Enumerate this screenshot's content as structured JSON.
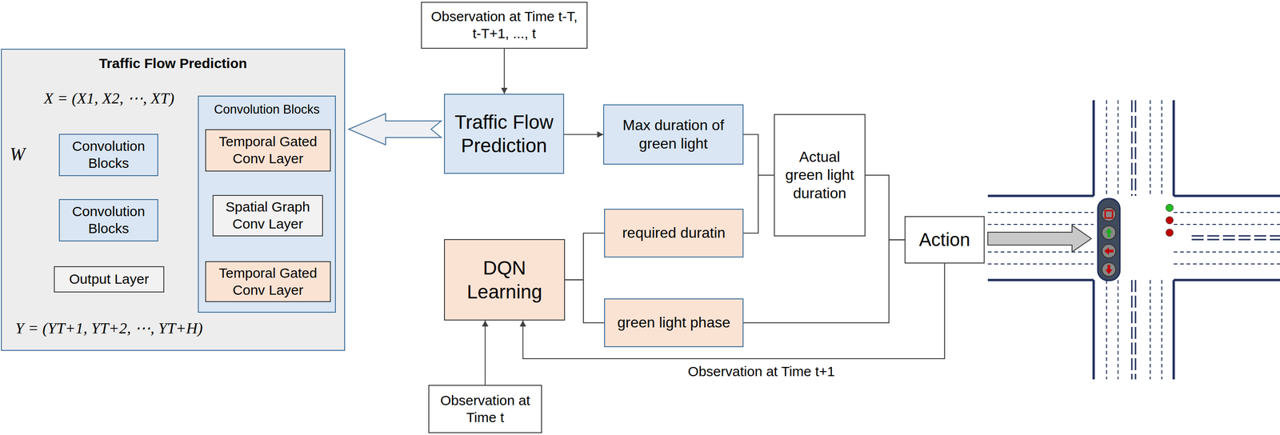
{
  "diagram": {
    "nodes": [
      {
        "text": [
          "Traffic Flow Prediction"
        ]
      },
      {
        "text": [
          "Convolution Blocks"
        ],
        "in": 0
      },
      {
        "text": [
          "Convolution Blocks"
        ],
        "in": 0
      },
      {
        "text": [
          "Output Layer"
        ],
        "in": 0
      },
      {
        "text": [
          "Convolution Blocks"
        ],
        "in": 0
      },
      {
        "text": [
          "Temporal Gated Conv Layer"
        ],
        "in": 4
      },
      {
        "text": [
          "Spatial Graph Conv Layer"
        ],
        "in": 4
      },
      {
        "text": [
          "Temporal Gated Conv Layer"
        ],
        "in": 4
      },
      {
        "text": [
          "Observation at Time t-T, t-T+1, ..., t"
        ]
      },
      {
        "text": [
          "Traffic Flow Prediction"
        ]
      },
      {
        "text": [
          "Max duration of green light"
        ]
      },
      {
        "text": [
          "Actual green light duration"
        ]
      },
      {
        "text": [
          "required duratin"
        ]
      },
      {
        "text": [
          "DQN Learning"
        ]
      },
      {
        "text": [
          "green light phase"
        ]
      },
      {
        "text": [
          "Action"
        ]
      },
      {
        "text": [
          "Observation at Time t"
        ]
      }
    ],
    "edges": [
      {
        "from": 1,
        "to": 2,
        "arrow": "to"
      },
      {
        "from": 2,
        "to": 3,
        "arrow": "to"
      },
      {
        "from": 5,
        "to": 6,
        "arrow": "to"
      },
      {
        "from": 6,
        "to": 7,
        "arrow": "to"
      },
      {
        "from": 9,
        "to": 0,
        "arrow": "to"
      },
      {
        "from": 8,
        "to": 9,
        "arrow": "to"
      },
      {
        "from": 9,
        "to": 10,
        "arrow": "to"
      },
      {
        "from": 13,
        "to": 12,
        "arrow": "none"
      },
      {
        "from": 13,
        "to": 14,
        "arrow": "none"
      },
      {
        "from": 10,
        "to": 11,
        "arrow": "none"
      },
      {
        "from": 12,
        "to": 11,
        "arrow": "none"
      },
      {
        "from": 11,
        "to": 15,
        "arrow": "none"
      },
      {
        "from": 14,
        "to": 15,
        "arrow": "none"
      },
      {
        "from": 16,
        "to": 13,
        "arrow": "to"
      },
      {
        "from": 15,
        "to": 13,
        "label": "Observation at Time t+1",
        "arrow": "to"
      }
    ],
    "labels": [
      "X = (X1, X2, ⋯, XT)",
      "W",
      "Y = (YT+1, YT+2, ⋯, YT+H)"
    ]
  }
}
